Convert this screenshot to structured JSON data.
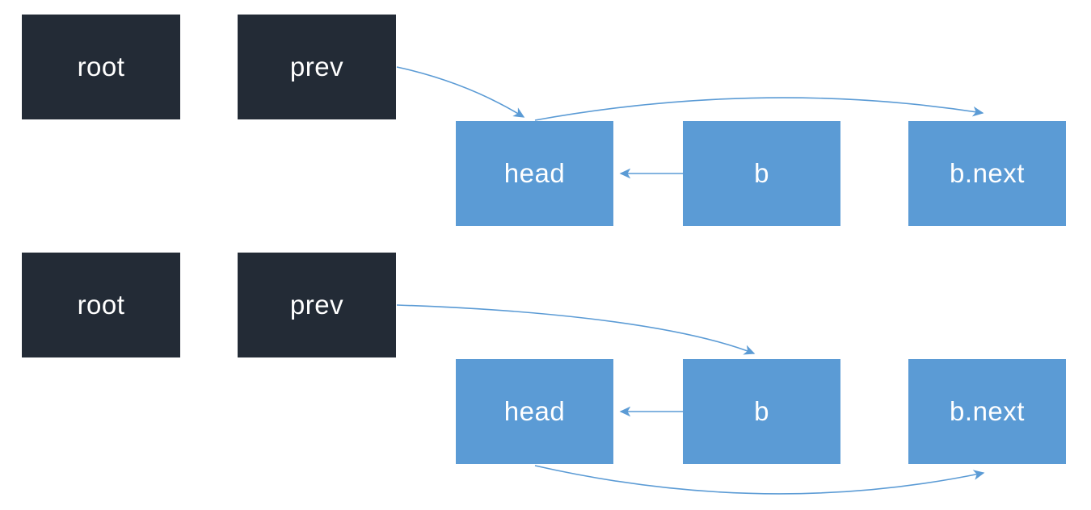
{
  "colors": {
    "dark_box": "#232B36",
    "blue_box": "#5B9BD5",
    "arrow": "#5B9BD5",
    "text": "#FFFFFF",
    "background": "#FFFFFF"
  },
  "top": {
    "nodes": {
      "root": "root",
      "prev": "prev",
      "head": "head",
      "b": "b",
      "b_next": "b.next"
    },
    "edges": [
      {
        "from": "prev",
        "to": "head",
        "style": "diagonal",
        "arrowhead": "at head top"
      },
      {
        "from": "head",
        "to": "b.next",
        "style": "arc-over-top",
        "arrowhead": "at b.next top"
      },
      {
        "from": "b",
        "to": "head",
        "style": "straight-left",
        "arrowhead": "at head right"
      }
    ]
  },
  "bottom": {
    "nodes": {
      "root": "root",
      "prev": "prev",
      "head": "head",
      "b": "b",
      "b_next": "b.next"
    },
    "edges": [
      {
        "from": "prev",
        "to": "b",
        "style": "curve-down",
        "arrowhead": "at b top"
      },
      {
        "from": "b",
        "to": "head",
        "style": "straight-left",
        "arrowhead": "at head right"
      },
      {
        "from": "head",
        "to": "b.next",
        "style": "arc-under-bottom",
        "arrowhead": "at b.next bottom"
      }
    ]
  }
}
